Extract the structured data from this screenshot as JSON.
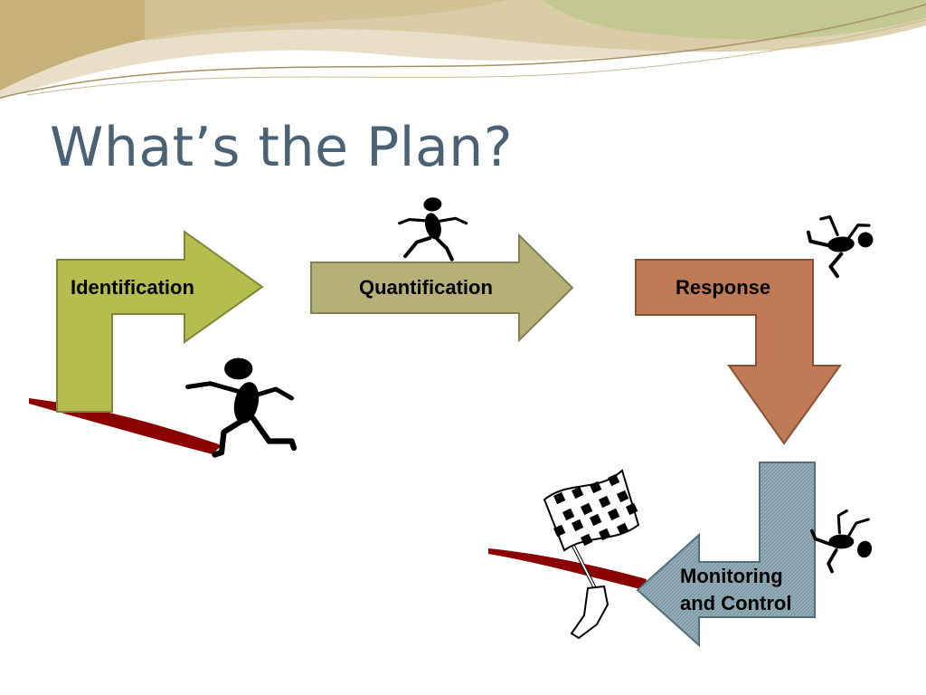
{
  "slide": {
    "title": "What’s the Plan?",
    "title_color": "#4a6274"
  },
  "steps": [
    {
      "label": "Identification",
      "color": "#b5bd4e",
      "stroke": "#7f8734"
    },
    {
      "label": "Quantification",
      "color": "#b5b077",
      "stroke": "#858053"
    },
    {
      "label": "Response",
      "color": "#c07a55",
      "stroke": "#8a5236"
    },
    {
      "label": "Monitoring\nand Control",
      "color": "#7e9ba6",
      "stroke": "#51707b"
    }
  ],
  "track_color": "#8b0000",
  "icons": [
    "running-figure-icon",
    "checkered-flag-icon"
  ]
}
